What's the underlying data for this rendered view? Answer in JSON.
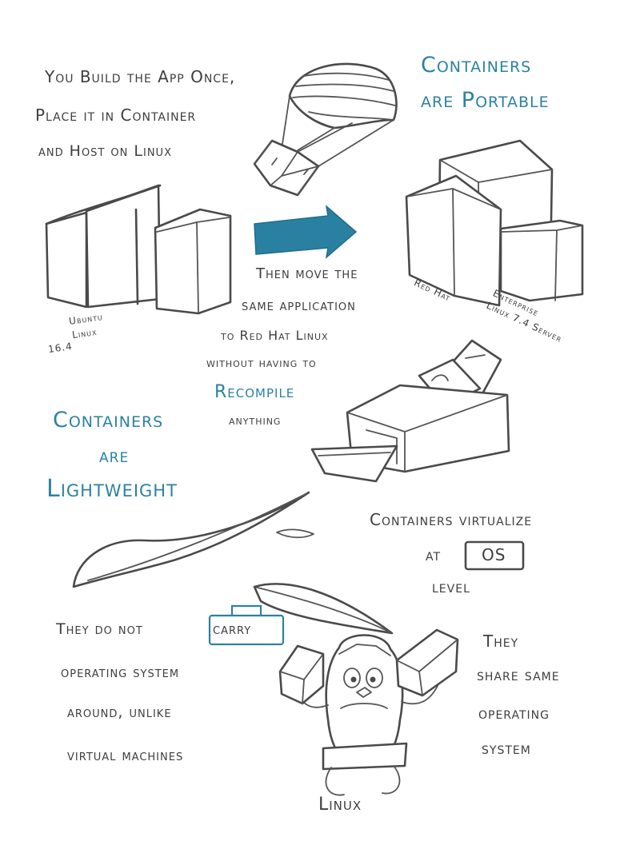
{
  "colors": {
    "ink": "#3e3e3e",
    "accent_blue": "#2c82a3",
    "arrow_fill": "#2a80a0"
  },
  "notes": {
    "build_once": [
      "You Build the App Once,",
      "Place it in Container",
      "and Host on Linux"
    ],
    "portable_title": [
      "Containers",
      "are Portable"
    ],
    "move": [
      "Then move the",
      "same application",
      "to Red Hat Linux",
      "without having to"
    ],
    "recompile": "Recompile",
    "anything": "anything",
    "lightweight_title": [
      "Containers",
      "are",
      "Lightweight"
    ],
    "virtualize": [
      "Containers virtualize",
      "at",
      "level"
    ],
    "os_box": "OS",
    "carry_prefix": "They do not",
    "carry_box": "carry",
    "carry_rest": [
      "operating system",
      "around, unlike",
      "virtual machines"
    ],
    "share": [
      "They",
      "share same",
      "operating",
      "system"
    ]
  },
  "labels": {
    "ubuntu": [
      "Ubuntu",
      "Linux",
      "16.4"
    ],
    "red_hat": "Red Hat",
    "enterprise": [
      "Enterprise",
      "Linux 7.4 Server"
    ],
    "linux_penguin": "Linux"
  },
  "icons": [
    "parachute-icon",
    "arrow-right-icon",
    "printer-icon",
    "feather-icon",
    "penguin-icon",
    "container-box-icon"
  ]
}
